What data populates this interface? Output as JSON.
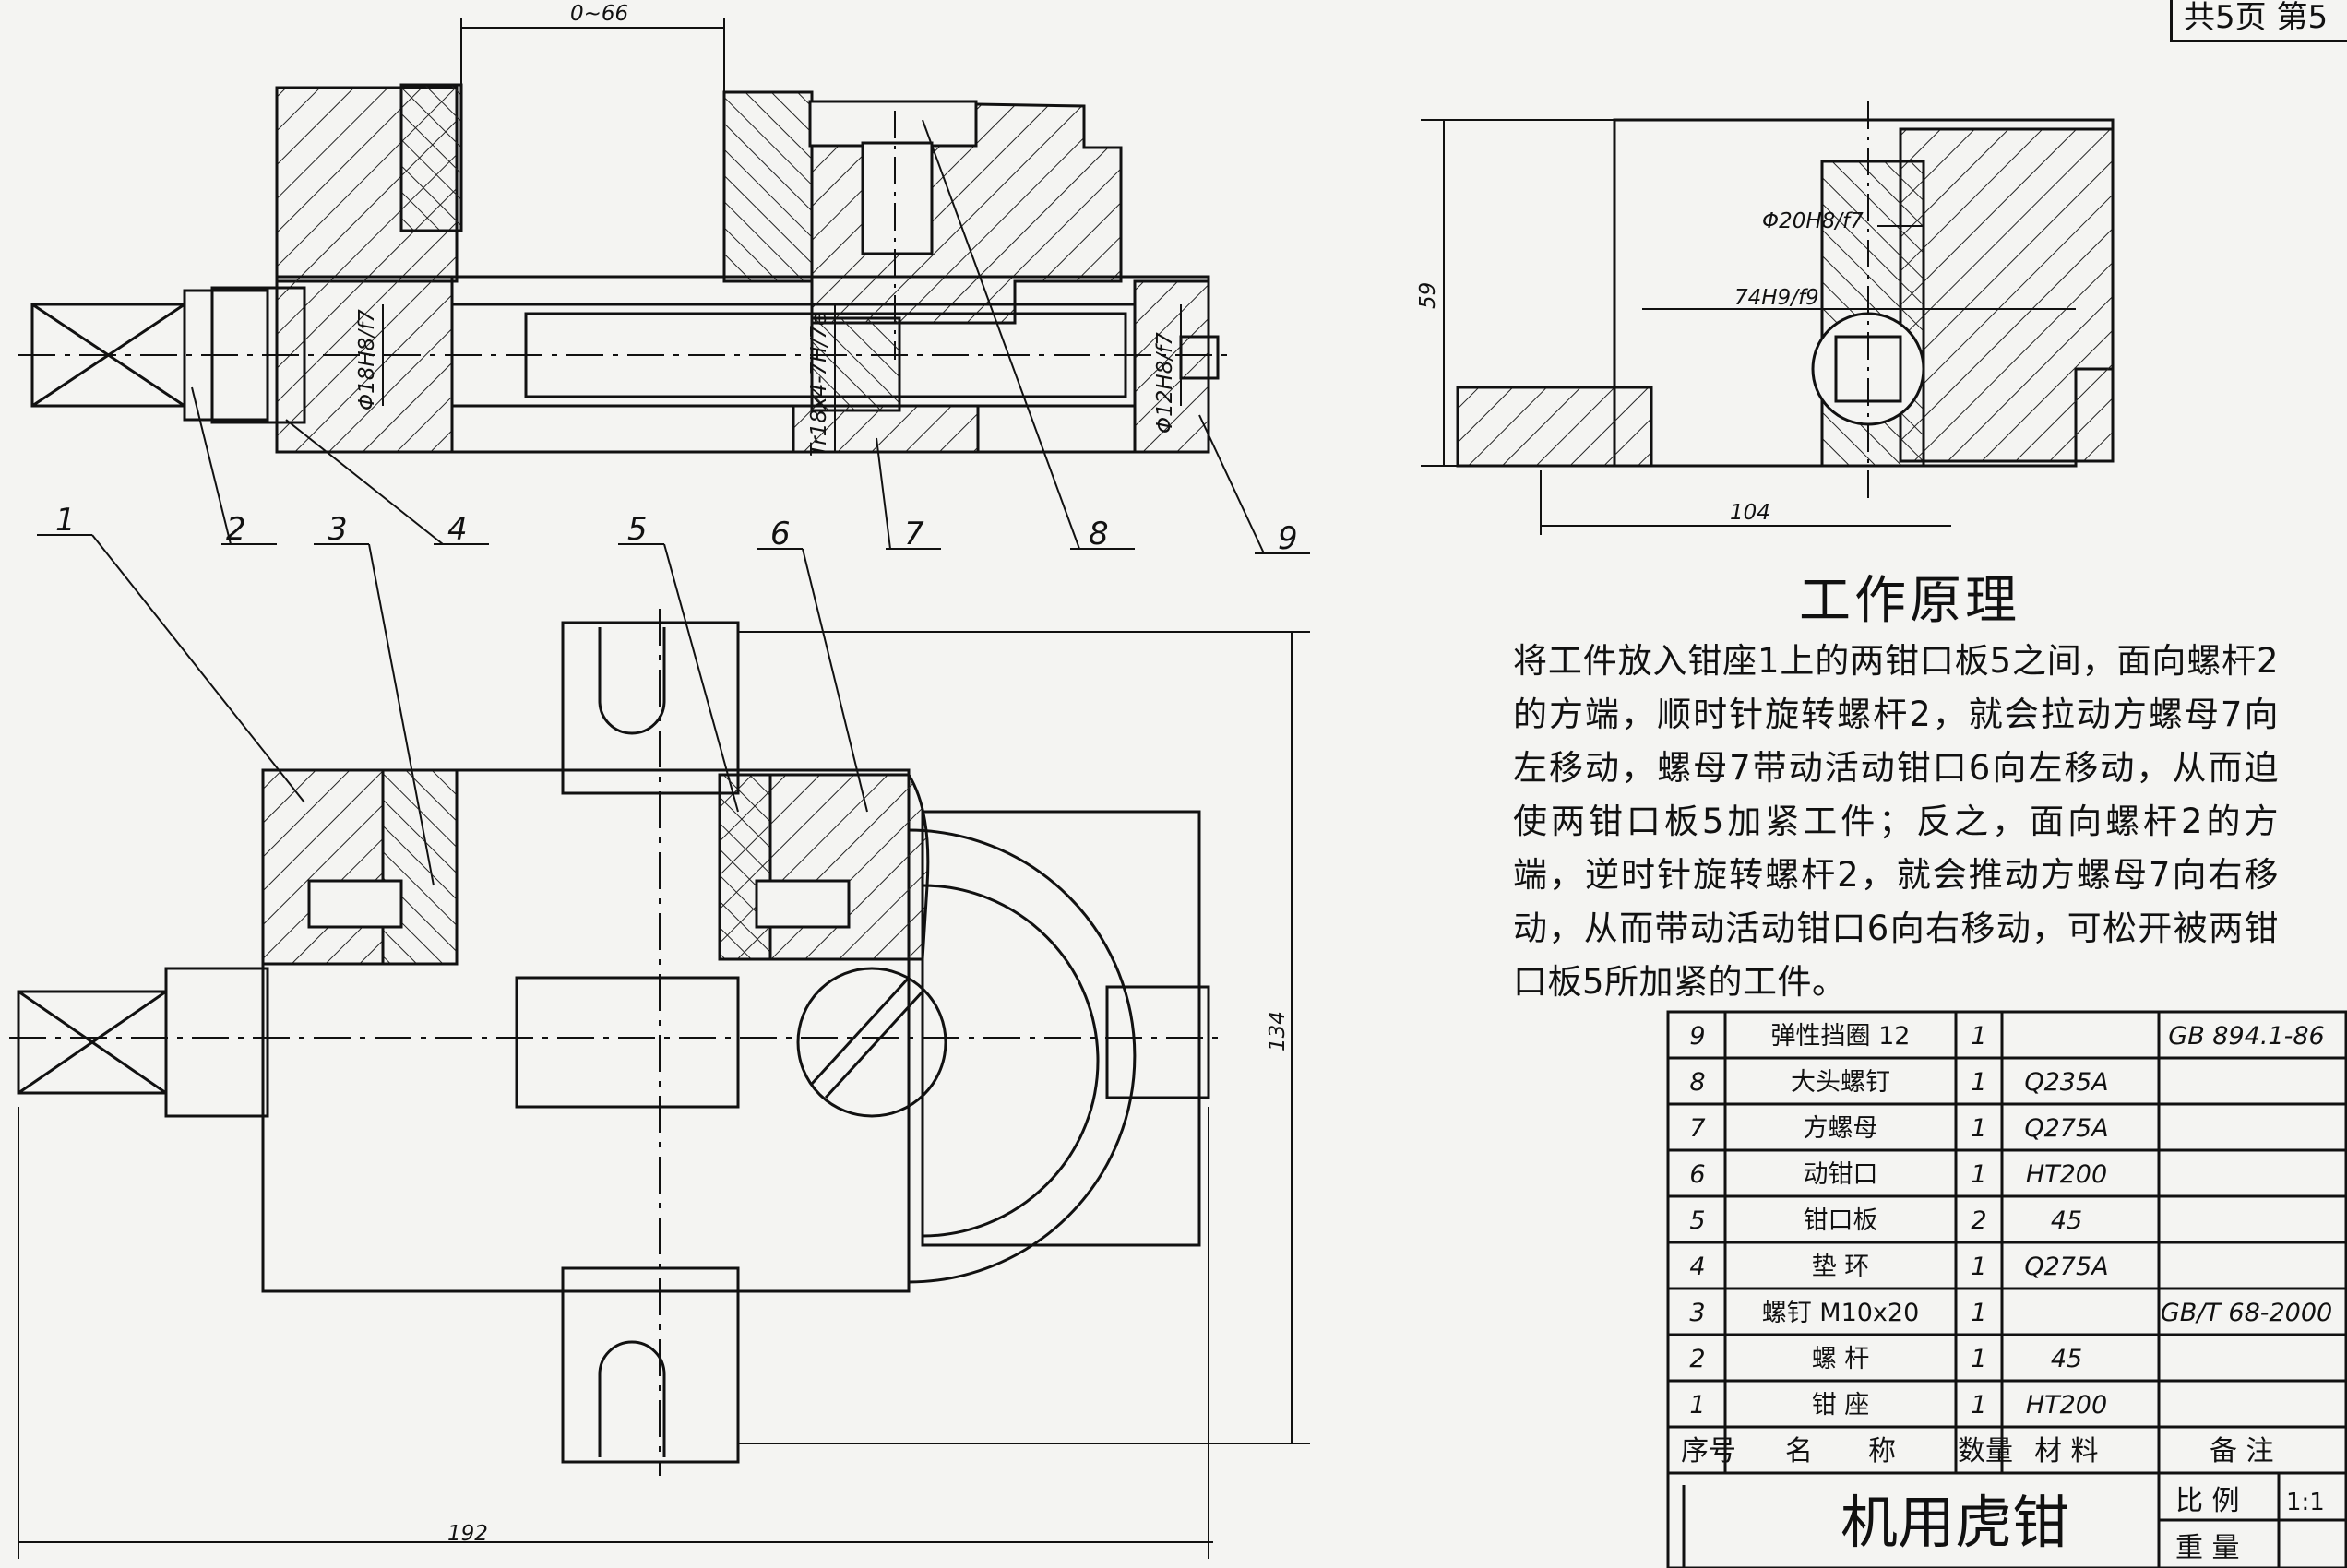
{
  "page_info": "共5页 第5",
  "drawing_title": "机用虎钳",
  "principle": {
    "title": "工作原理",
    "text": "将工件放入钳座1上的两钳口板5之间，面向螺杆2的方端，顺时针旋转螺杆2，就会拉动方螺母7向左移动，螺母7带动活动钳口6向左移动，从而迫使两钳口板5加紧工件；反之，面向螺杆2的方端，逆时针旋转螺杆2，就会推动方螺母7向右移动，从而带动活动钳口6向右移动，可松开被两钳口板5所加紧的工件。"
  },
  "part_numbers": [
    "1",
    "2",
    "3",
    "4",
    "5",
    "6",
    "7",
    "8",
    "9"
  ],
  "dimensions": {
    "jaw_range": "0~66",
    "d18": "Φ18H8/f7",
    "tr18": "Tr18x4-7H/7e",
    "d12": "Φ12H8/f7",
    "d20": "Φ20H8/f7",
    "fit74": "74H9/f9",
    "h59": "59",
    "w104": "104",
    "h134": "134",
    "w192": "192"
  },
  "bom": {
    "header": {
      "no": "序号",
      "name": "名　　称",
      "qty": "数量",
      "material": "材 料",
      "remark": "备 注"
    },
    "rows": [
      {
        "no": "9",
        "name": "弹性挡圈 12",
        "qty": "1",
        "material": "",
        "remark": "GB 894.1-86"
      },
      {
        "no": "8",
        "name": "大头螺钉",
        "qty": "1",
        "material": "Q235A",
        "remark": ""
      },
      {
        "no": "7",
        "name": "方螺母",
        "qty": "1",
        "material": "Q275A",
        "remark": ""
      },
      {
        "no": "6",
        "name": "动钳口",
        "qty": "1",
        "material": "HT200",
        "remark": ""
      },
      {
        "no": "5",
        "name": "钳口板",
        "qty": "2",
        "material": "45",
        "remark": ""
      },
      {
        "no": "4",
        "name": "垫 环",
        "qty": "1",
        "material": "Q275A",
        "remark": ""
      },
      {
        "no": "3",
        "name": "螺钉 M10x20",
        "qty": "1",
        "material": "",
        "remark": "GB/T 68-2000"
      },
      {
        "no": "2",
        "name": "螺 杆",
        "qty": "1",
        "material": "45",
        "remark": ""
      },
      {
        "no": "1",
        "name": "钳 座",
        "qty": "1",
        "material": "HT200",
        "remark": ""
      }
    ]
  },
  "title_block": {
    "scale_label": "比 例",
    "scale_value": "1:1",
    "weight_label": "重 量"
  }
}
